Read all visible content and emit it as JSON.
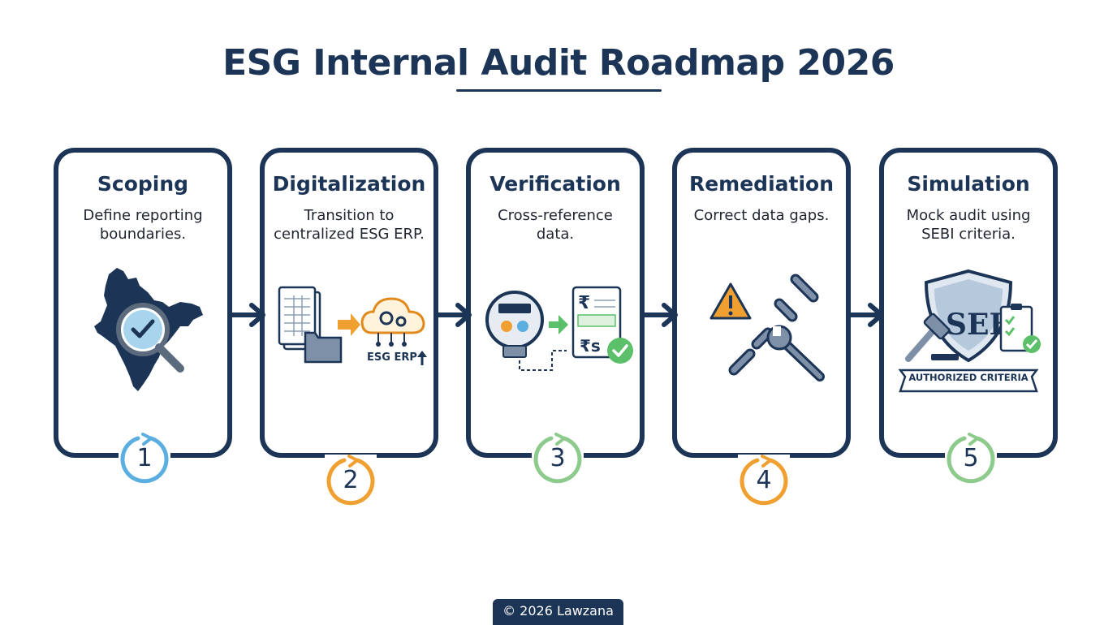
{
  "title": "ESG Internal Audit Roadmap 2026",
  "stages": [
    {
      "number": "1",
      "title": "Scoping",
      "description_lines": [
        "Define reporting",
        "boundaries."
      ],
      "icon": "india-map-magnifier-icon",
      "accent": "#5aaee0"
    },
    {
      "number": "2",
      "title": "Digitalization",
      "description_lines": [
        "Transition to",
        "centralized ESG ERP."
      ],
      "icon": "cloud-erp-icon",
      "accent": "#e8a040",
      "icon_label": "ESG ERP"
    },
    {
      "number": "3",
      "title": "Verification",
      "description_lines": [
        "Cross-reference",
        "data."
      ],
      "icon": "meter-invoice-icon",
      "accent": "#8ccb8c",
      "icon_label": "₹s"
    },
    {
      "number": "4",
      "title": "Remediation",
      "description_lines": [
        "Correct data gaps."
      ],
      "icon": "broken-chain-wrench-icon",
      "accent": "#e8a040"
    },
    {
      "number": "5",
      "title": "Simulation",
      "description_lines": [
        "Mock audit using",
        "SEBI criteria."
      ],
      "icon": "sebi-shield-gavel-icon",
      "accent": "#8ccb8c",
      "icon_label": "AUTHORIZED CRITERIA"
    }
  ],
  "colors": {
    "navy": "#1c3557",
    "orange": "#f0a030",
    "green": "#5cbf6a",
    "blue": "#5aaee0"
  },
  "footer": "© 2026 Lawzana"
}
